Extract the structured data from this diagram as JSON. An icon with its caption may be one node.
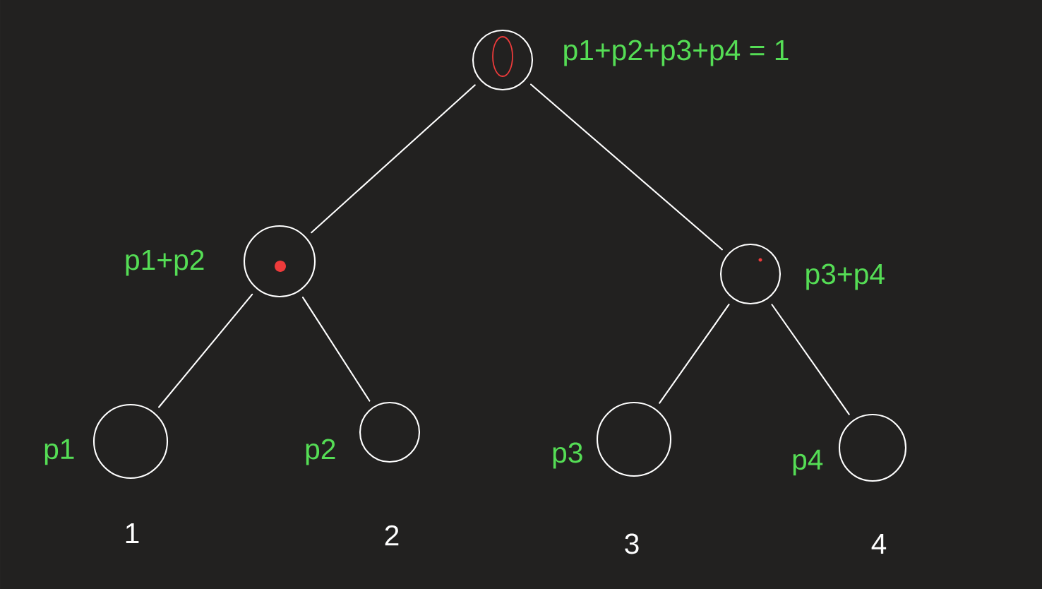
{
  "diagram": {
    "nodes": [
      {
        "text": [],
        "shape": "circle",
        "beside": [
          "p1+p2+p3+p4 = 1"
        ]
      },
      {
        "text": [],
        "shape": "circle",
        "beside": [
          "p1+p2"
        ]
      },
      {
        "text": [],
        "shape": "circle",
        "beside": [
          "p3+p4"
        ]
      },
      {
        "text": [],
        "shape": "circle",
        "beside": [
          "p1",
          "1"
        ]
      },
      {
        "text": [],
        "shape": "circle",
        "beside": [
          "p2",
          "2"
        ]
      },
      {
        "text": [],
        "shape": "circle",
        "beside": [
          "p3",
          "3"
        ]
      },
      {
        "text": [],
        "shape": "circle",
        "beside": [
          "p4",
          "4"
        ]
      }
    ],
    "edges": [
      {
        "from": 0,
        "to": 1,
        "arrow": "none"
      },
      {
        "from": 0,
        "to": 2,
        "arrow": "none"
      },
      {
        "from": 1,
        "to": 3,
        "arrow": "none"
      },
      {
        "from": 1,
        "to": 4,
        "arrow": "none"
      },
      {
        "from": 2,
        "to": 5,
        "arrow": "none"
      },
      {
        "from": 2,
        "to": 6,
        "arrow": "none"
      }
    ]
  }
}
